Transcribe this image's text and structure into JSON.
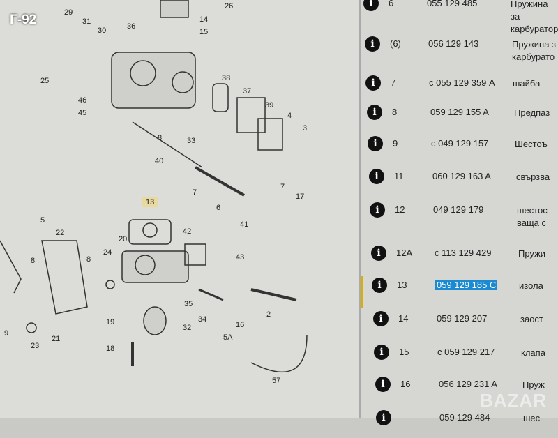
{
  "overlay_tag": "Г-92",
  "watermark": "BAZAR",
  "diagram": {
    "callouts": [
      "29",
      "31",
      "30",
      "36",
      "14",
      "15",
      "26",
      "25",
      "46",
      "45",
      "38",
      "37",
      "39",
      "4",
      "3",
      "8",
      "33",
      "40",
      "7",
      "6",
      "41",
      "17",
      "13",
      "42",
      "43",
      "5",
      "22",
      "20",
      "24",
      "8",
      "8",
      "2",
      "16",
      "5A",
      "34",
      "35",
      "19",
      "32",
      "18",
      "21",
      "23",
      "9",
      "57",
      "7"
    ]
  },
  "parts_table": {
    "selected_row": 8,
    "rows": [
      {
        "pos": "6",
        "part_no": "055 129 485",
        "desc": "Пружина за\nкарбуратор"
      },
      {
        "pos": "(6)",
        "part_no": "056 129 143",
        "desc": "Пружина з\nкарбурато"
      },
      {
        "pos": "7",
        "part_no": "с 055 129 359 A",
        "desc": "шайба"
      },
      {
        "pos": "8",
        "part_no": "059 129 155 A",
        "desc": "Предпаз"
      },
      {
        "pos": "9",
        "part_no": "с 049 129 157",
        "desc": "Шестоъ"
      },
      {
        "pos": "11",
        "part_no": "060 129 163 A",
        "desc": "свързва"
      },
      {
        "pos": "12",
        "part_no": "049 129 179",
        "desc": "шестос\nваща с"
      },
      {
        "pos": "12A",
        "part_no": "с 113 129 429",
        "desc": "Пружи"
      },
      {
        "pos": "13",
        "part_no": "059 129 185 C",
        "desc": "изола"
      },
      {
        "pos": "14",
        "part_no": "059 129 207",
        "desc": "заост"
      },
      {
        "pos": "15",
        "part_no": "с 059 129 217",
        "desc": "клапа"
      },
      {
        "pos": "16",
        "part_no": "056 129 231 A",
        "desc": "Пруж"
      },
      {
        "pos": "",
        "part_no": "059 129 484",
        "desc": "шес"
      }
    ]
  }
}
